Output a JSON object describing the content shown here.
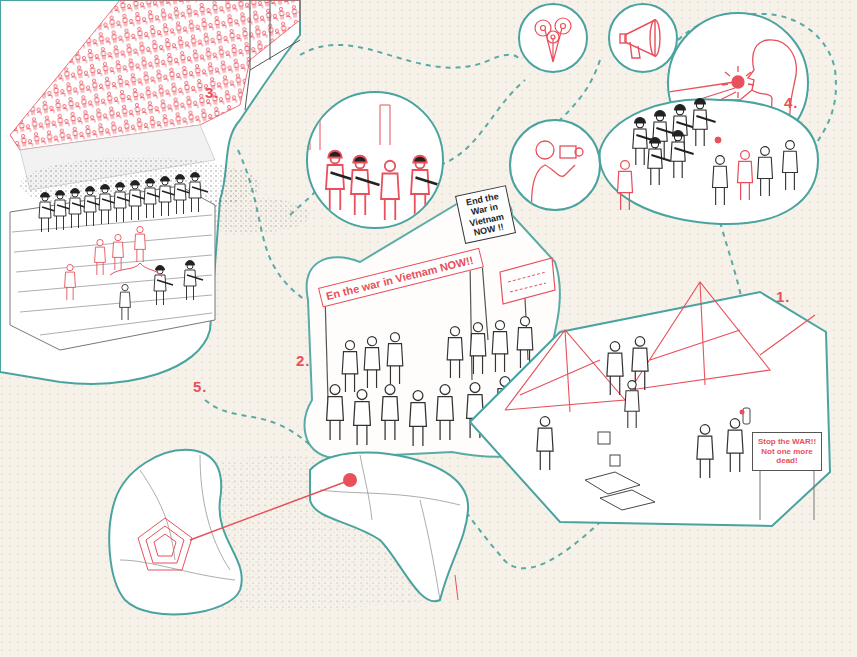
{
  "diagram": {
    "nodes": [
      {
        "text": [
          "En the war in Vietnam NOW!!"
        ]
      },
      {
        "text": [
          "End the War in Vietnam NOW !!"
        ]
      },
      {
        "text": [
          "Stop the WAR!! Not one more dead!"
        ]
      }
    ],
    "labels": [
      "3.",
      "2.",
      "5.",
      "4.",
      "1."
    ]
  }
}
